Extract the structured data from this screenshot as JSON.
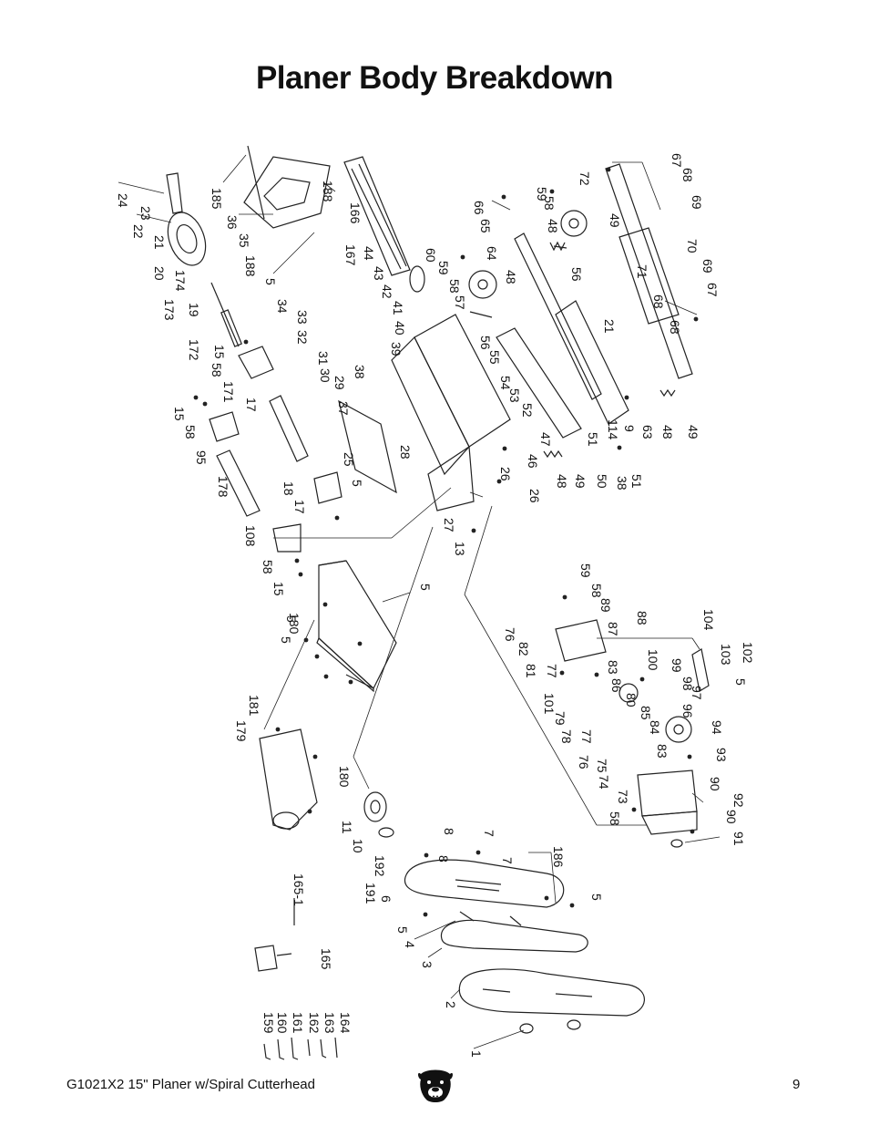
{
  "title": "Planer Body Breakdown",
  "footer": {
    "model": "G1021X2 15\" Planer w/Spiral Cutterhead",
    "page": "9"
  },
  "callouts": [
    "24",
    "23",
    "22",
    "21",
    "20",
    "174",
    "173",
    "19",
    "172",
    "185",
    "36",
    "35",
    "188",
    "188",
    "166",
    "167",
    "44",
    "43",
    "5",
    "34",
    "33",
    "32",
    "31",
    "30",
    "42",
    "41",
    "40",
    "39",
    "60",
    "59",
    "58",
    "57",
    "66",
    "65",
    "64",
    "59",
    "58",
    "72",
    "48",
    "49",
    "56",
    "71",
    "67",
    "68",
    "69",
    "70",
    "69",
    "68",
    "67",
    "68",
    "48",
    "55",
    "56",
    "54",
    "53",
    "52",
    "21",
    "38",
    "29",
    "37",
    "58",
    "15",
    "171",
    "17",
    "15",
    "58",
    "95",
    "178",
    "18",
    "17",
    "108",
    "58",
    "15",
    "5",
    "25",
    "5",
    "28",
    "26",
    "47",
    "46",
    "51",
    "114",
    "9",
    "63",
    "48",
    "49",
    "48",
    "49",
    "50",
    "38",
    "51",
    "26",
    "27",
    "13",
    "5",
    "180",
    "5",
    "179",
    "181",
    "180",
    "11",
    "10",
    "192",
    "191",
    "6",
    "5",
    "4",
    "3",
    "2",
    "1",
    "8",
    "7",
    "8",
    "7",
    "186",
    "5",
    "165-1",
    "165",
    "159",
    "160",
    "161",
    "162",
    "163",
    "164",
    "59",
    "58",
    "89",
    "88",
    "76",
    "82",
    "87",
    "81",
    "77",
    "83",
    "101",
    "86",
    "100",
    "99",
    "98",
    "79",
    "78",
    "80",
    "85",
    "97",
    "96",
    "84",
    "94",
    "77",
    "76",
    "75",
    "83",
    "93",
    "74",
    "73",
    "58",
    "90",
    "92",
    "90",
    "91",
    "104",
    "103",
    "102",
    "5"
  ]
}
